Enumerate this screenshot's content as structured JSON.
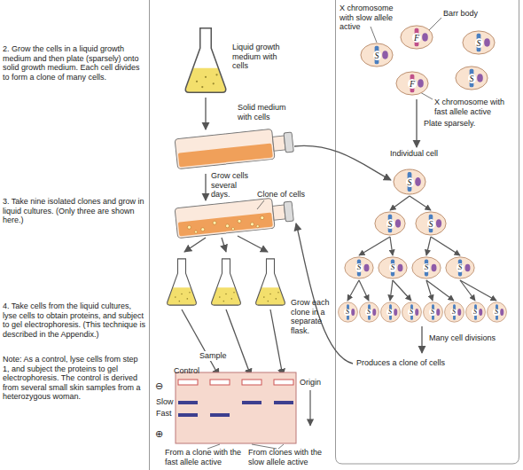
{
  "diagram": {
    "nodes": [
      {
        "text": [
          "S"
        ]
      },
      {
        "text": [
          "F"
        ]
      },
      {
        "text": [
          "S"
        ]
      },
      {
        "text": [
          "F"
        ]
      },
      {
        "text": [
          "S"
        ]
      },
      {
        "text": [
          "S"
        ]
      },
      {
        "text": [
          "S"
        ]
      },
      {
        "text": [
          "S"
        ]
      },
      {
        "text": [
          "S"
        ]
      },
      {
        "text": [
          "S"
        ]
      },
      {
        "text": [
          "S"
        ]
      },
      {
        "text": [
          "S"
        ]
      },
      {
        "text": [
          "S"
        ]
      },
      {
        "text": [
          "S"
        ]
      },
      {
        "text": [
          "S"
        ]
      },
      {
        "text": [
          "S"
        ]
      },
      {
        "text": [
          "S"
        ]
      },
      {
        "text": [
          "S"
        ]
      },
      {
        "text": [
          "S"
        ]
      },
      {
        "text": [
          "S"
        ]
      }
    ],
    "edges": [
      {
        "from": 5,
        "to": 6,
        "arrow": "to"
      },
      {
        "from": 5,
        "to": 7,
        "arrow": "to"
      },
      {
        "from": 6,
        "to": 8,
        "arrow": "to"
      },
      {
        "from": 6,
        "to": 9,
        "arrow": "to"
      },
      {
        "from": 7,
        "to": 10,
        "arrow": "to"
      },
      {
        "from": 7,
        "to": 11,
        "arrow": "to"
      },
      {
        "from": 8,
        "to": 12,
        "arrow": "to"
      },
      {
        "from": 8,
        "to": 13,
        "arrow": "to"
      },
      {
        "from": 9,
        "to": 14,
        "arrow": "to"
      },
      {
        "from": 9,
        "to": 15,
        "arrow": "to"
      },
      {
        "from": 10,
        "to": 16,
        "arrow": "to"
      },
      {
        "from": 10,
        "to": 17,
        "arrow": "to"
      },
      {
        "from": 11,
        "to": 18,
        "arrow": "to"
      },
      {
        "from": 11,
        "to": 19,
        "arrow": "to"
      }
    ],
    "labels": [
      "2. Grow the cells in a liquid growth medium and then plate (sparsely) onto solid growth medium. Each cell divides to form a clone of many cells.",
      "3. Take nine isolated clones and grow in liquid cultures. (Only three are shown here.)",
      "4. Take cells from the liquid cultures, lyse cells to obtain proteins, and subject to gel electrophoresis. (This technique is described in the Appendix.)",
      "Note: As a control, lyse cells from step 1, and subject the proteins to gel electrophoresis. The control is derived from several small skin samples from a heterozygous woman.",
      "Liquid growth medium with cells",
      "Solid medium with cells",
      "Grow cells several days.",
      "Clone of cells",
      "Grow each clone in a separate flask.",
      "Sample",
      "Control",
      "Origin",
      "Slow",
      "Fast",
      "⊖",
      "⊕",
      "From a clone with the fast allele active",
      "From clones with the slow allele active",
      "X chromosome with slow allele active",
      "Barr body",
      "X chromosome with fast allele active",
      "Plate sparsely.",
      "Individual cell",
      "Many cell divisions",
      "Produces a clone of cells"
    ]
  }
}
